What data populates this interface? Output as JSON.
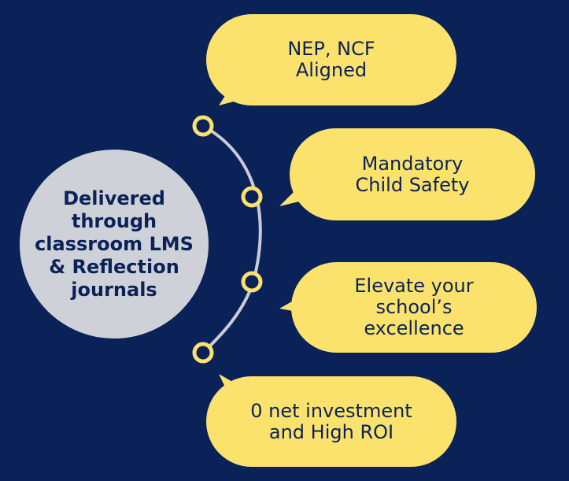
{
  "colors": {
    "background": "#0a2258",
    "bubble_fill": "#fbe26d",
    "center_fill": "#ced1d8",
    "connector": "#c9ccd4",
    "text": "#0a2258"
  },
  "center": {
    "text": "Delivered\nthrough\nclassroom LMS\n& Reflection\njournals"
  },
  "callouts": [
    {
      "text": "NEP, NCF\nAligned"
    },
    {
      "text": "Mandatory\nChild Safety"
    },
    {
      "text": "Elevate your\nschool’s\nexcellence"
    },
    {
      "text": "0 net investment\nand High ROI"
    }
  ]
}
